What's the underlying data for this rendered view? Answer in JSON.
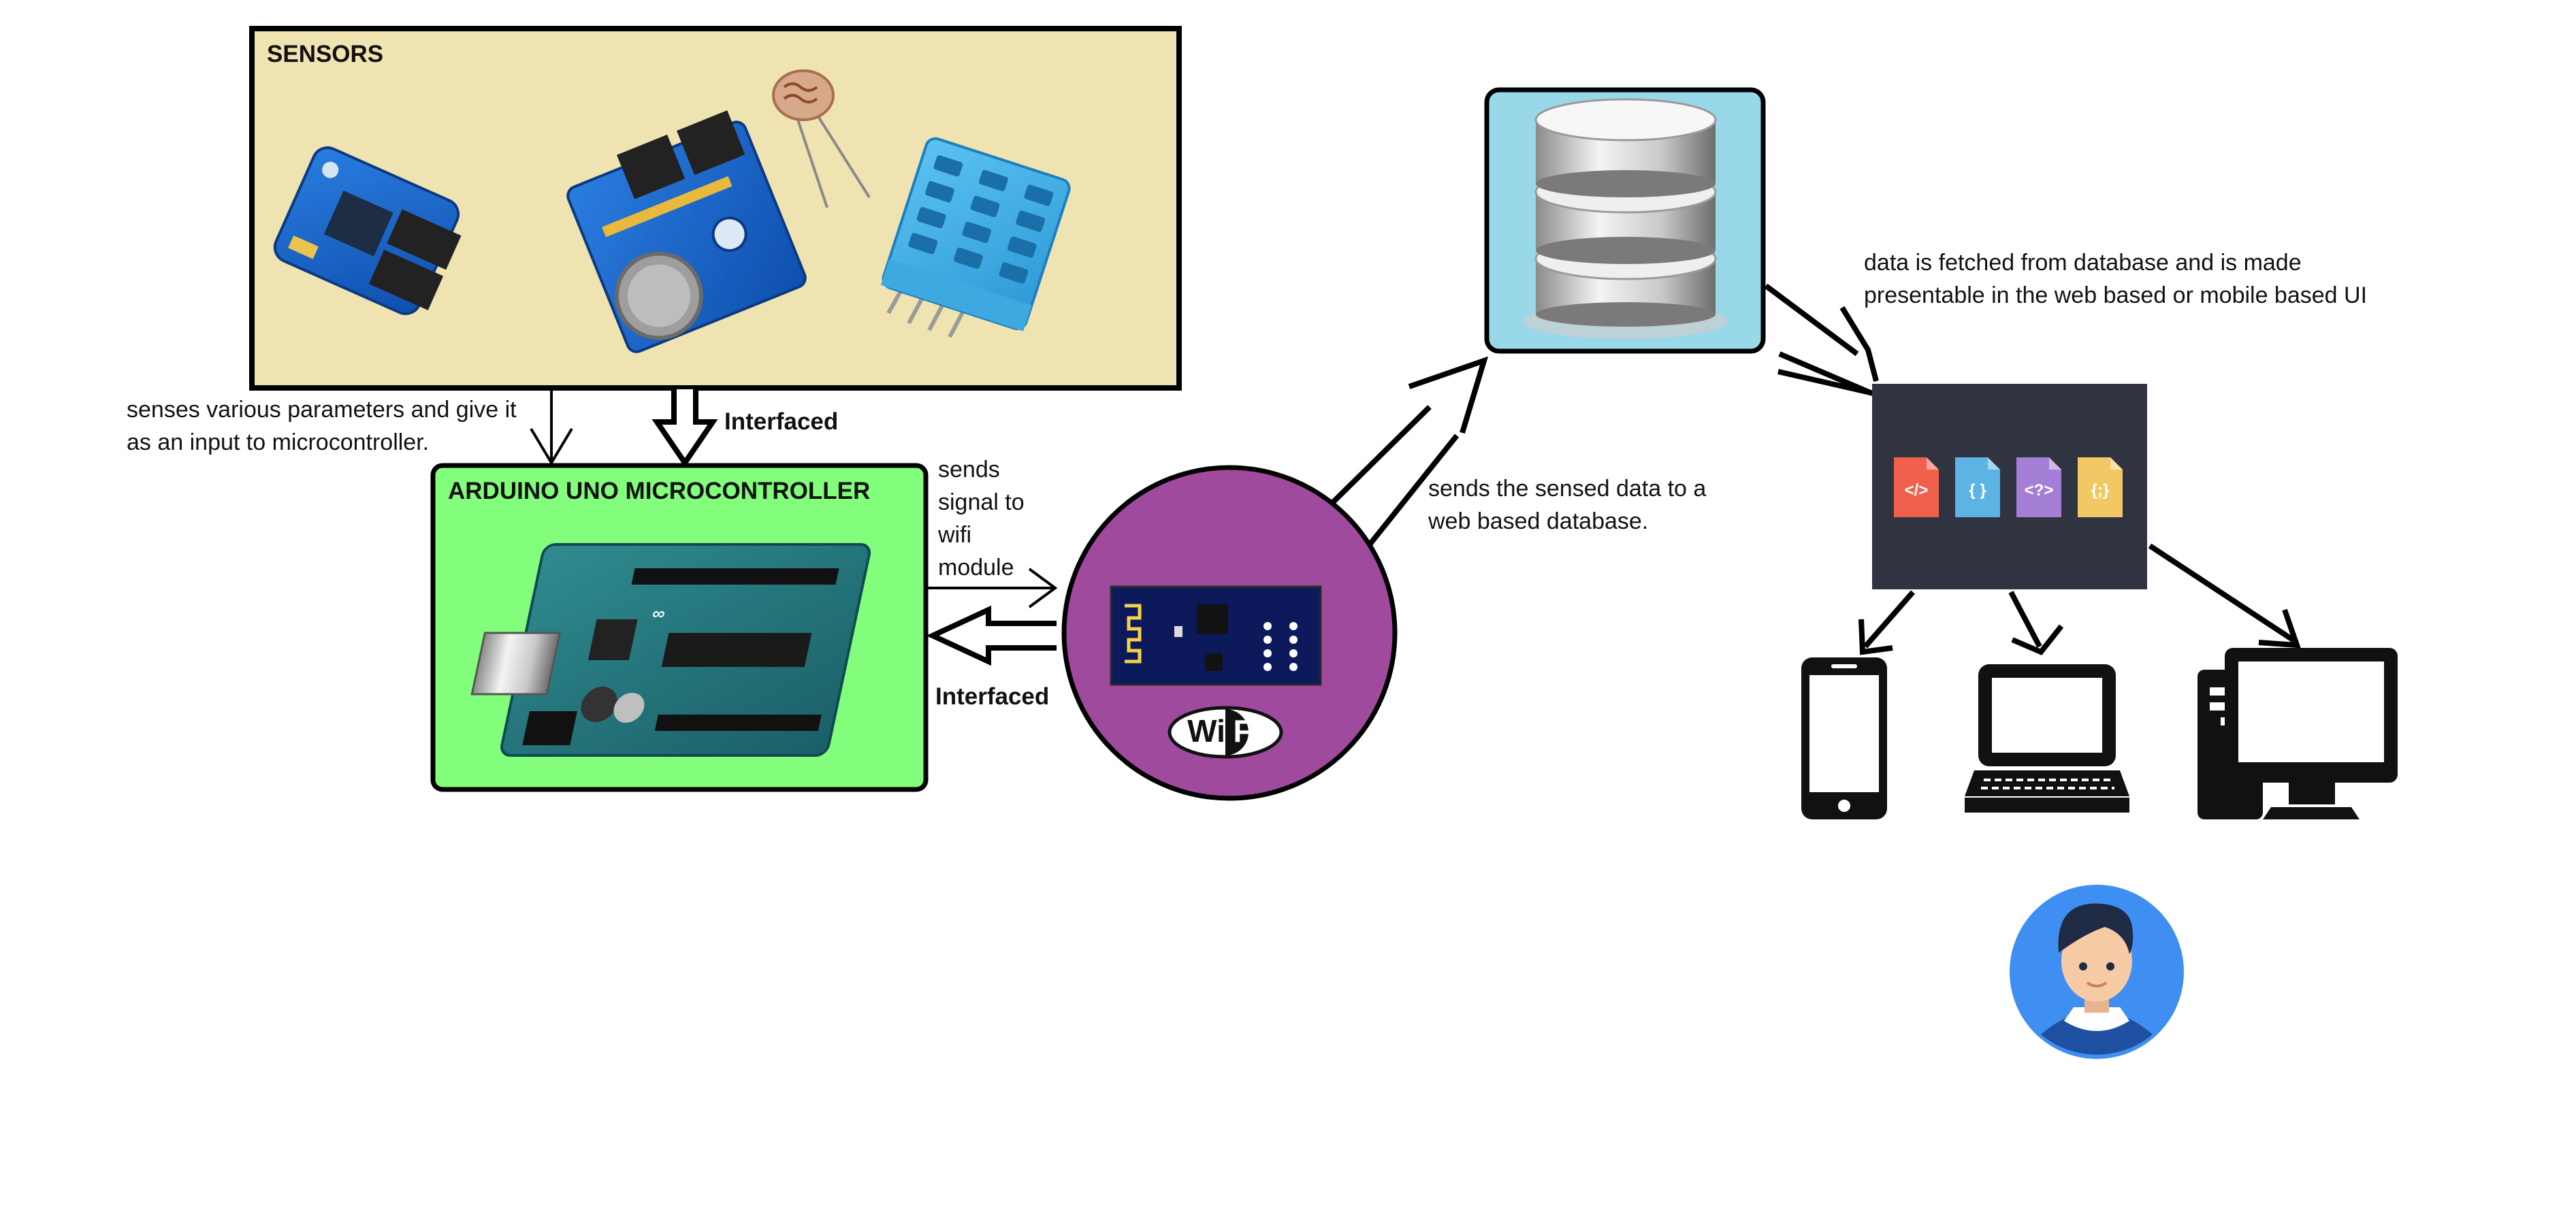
{
  "sensors": {
    "title": "SENSORS"
  },
  "arduino": {
    "title": "ARDUINO UNO MICROCONTROLLER"
  },
  "labels": {
    "senses": "senses various parameters and give it\nas an input to microcontroller.",
    "interfaced_top": "Interfaced",
    "sends_signal": "sends\nsignal to\nwifi\nmodule",
    "interfaced_bottom": "Interfaced",
    "sends_data": "sends the sensed data to a\nweb based database.",
    "fetched": "data is fetched from database and is made\npresentable in the web based or mobile based UI"
  },
  "wifi": {
    "logo_left": "Wi",
    "logo_right": "Fi"
  },
  "ui_files": [
    "</>",
    "{ }",
    "<?>",
    "{;}"
  ],
  "colors": {
    "sensors_bg": "#efe3b1",
    "arduino_bg": "#82fd7c",
    "wifi_circle": "#a04a9e",
    "database_bg": "#98d8e8",
    "ui_panel": "#2f3440",
    "file_colors": [
      "#f0604d",
      "#5db3e4",
      "#a57fd6",
      "#f2c865"
    ],
    "avatar_bg": "#3f8ff2"
  },
  "icons": [
    "sensor-module-icon",
    "gas-sensor-icon",
    "ldr-sensor-icon",
    "dht11-sensor-icon",
    "arduino-board-icon",
    "esp8266-module-icon",
    "wifi-logo-icon",
    "database-icon",
    "smartphone-icon",
    "laptop-icon",
    "desktop-computer-icon",
    "user-avatar-icon"
  ]
}
